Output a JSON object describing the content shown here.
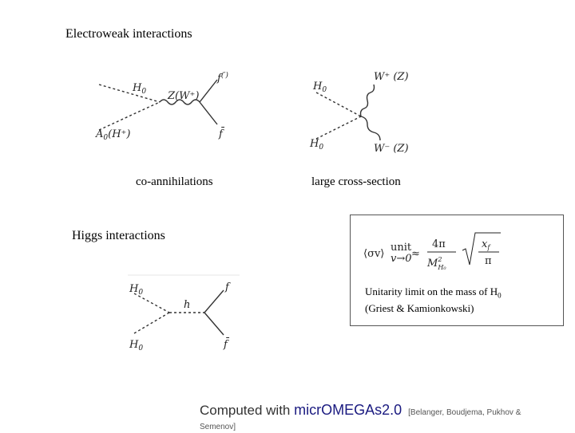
{
  "sections": {
    "electroweak_title": "Electroweak interactions",
    "higgs_title": "Higgs interactions"
  },
  "diagrams": {
    "coannihilation": {
      "caption": "co-annihilations",
      "in_top": "H",
      "in_top_sub": "0",
      "in_bottom": "A",
      "in_bottom_sub": "0",
      "in_bottom_paren": "(H⁺)",
      "propagator": "Z(W⁺)",
      "out_top": "f",
      "out_top_sup": "(′)",
      "out_bottom": "f̄"
    },
    "cross_section": {
      "caption": "large cross-section",
      "in_top": "H",
      "in_top_sub": "0",
      "in_bottom": "H",
      "in_bottom_sub": "0",
      "out_top": "W⁺ (Z)",
      "out_bottom": "W⁻ (Z)"
    },
    "higgs": {
      "in_top": "H",
      "in_top_sub": "0",
      "in_bottom": "H",
      "in_bottom_sub": "0",
      "propagator": "h",
      "out_top": "f",
      "out_bottom": "f̄"
    }
  },
  "unitarity_box": {
    "formula_lhs": "⟨σv⟩",
    "formula_lhs_sup": "unit",
    "formula_lhs_sub": "v→0",
    "approx": "≈",
    "numerator": "4π",
    "denominator": "M",
    "denominator_sup": "2",
    "denominator_sub": "H₀",
    "sqrt_num": "x",
    "sqrt_num_sub": "f",
    "sqrt_den": "π",
    "note_line1": "Unitarity limit on the mass of H",
    "note_line1_sub": "0",
    "note_line2": "(Griest & Kamionkowski)"
  },
  "footer": {
    "computed_with": "Computed with ",
    "program": "micrOMEGAs2.0",
    "authors": "[Belanger, Boudjema, Pukhov & Semenov]",
    "program_color": "#1a1a80"
  }
}
